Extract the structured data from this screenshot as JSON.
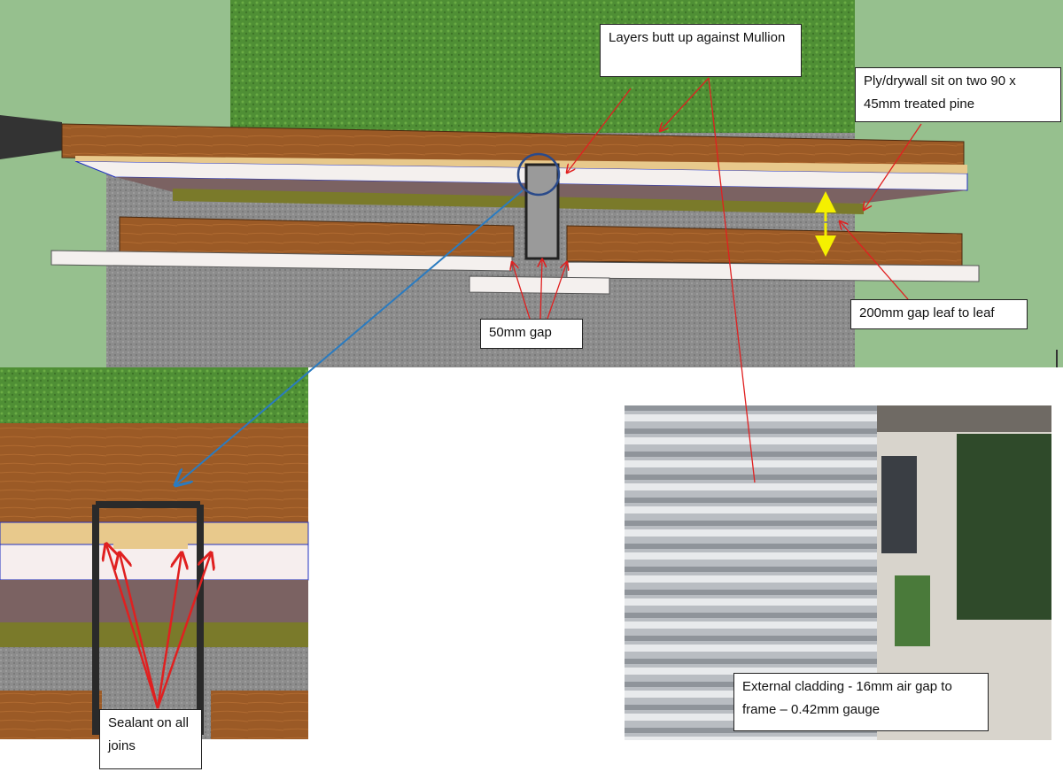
{
  "labels": {
    "layers": "Layers butt up against Mullion",
    "ply": "Ply/drywall sit on two 90 x 45mm treated pine",
    "gap_leaf": "200mm gap leaf to leaf",
    "gap_50": "50mm gap",
    "sealant": "Sealant on all joins",
    "cladding": "External cladding - 16mm air gap to frame – 0.42mm gauge"
  },
  "colors": {
    "grass": "#4f8f35",
    "lawn_bg": "#96c08e",
    "wood": "#9b5a26",
    "gravel": "#8c8c8c",
    "drywall": "#7b6262",
    "arrow_red": "#e02020",
    "arrow_blue": "#2a7bc0",
    "arrow_yellow": "#f5f000"
  }
}
